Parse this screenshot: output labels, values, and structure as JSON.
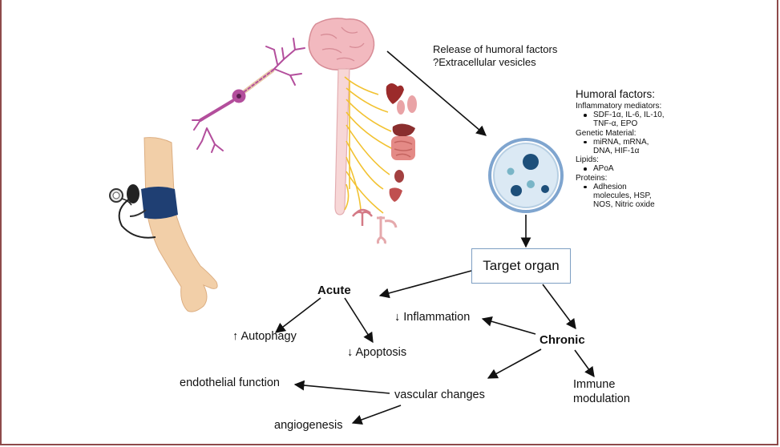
{
  "release": {
    "line1": "Release of humoral factors",
    "line2": "?Extracellular vesicles"
  },
  "humoral": {
    "title": "Humoral factors:",
    "groups": [
      {
        "heading": "Inflammatory mediators:",
        "items": [
          "SDF-1α, IL-6, IL-10,",
          "TNF-α, EPO"
        ]
      },
      {
        "heading": "Genetic Material:",
        "items": [
          "miRNA, mRNA,",
          "DNA, HIF-1α"
        ]
      },
      {
        "heading": "Lipids:",
        "items": [
          "APoA"
        ]
      },
      {
        "heading": "Proteins:",
        "items": [
          "Adhesion",
          "molecules, HSP,",
          "NOS, Nitric oxide"
        ]
      }
    ]
  },
  "nodes": {
    "target_organ": "Target organ",
    "acute": "Acute",
    "chronic": "Chronic",
    "autophagy": "↑ Autophagy",
    "apoptosis": "↓ Apoptosis",
    "inflammation": "↓ Inflammation",
    "endothelial": "endothelial function",
    "vascular": "vascular changes",
    "angiogenesis": "angiogenesis",
    "immune_line1": "Immune",
    "immune_line2": "modulation"
  },
  "colors": {
    "frame": "#8e4a4a",
    "box_border": "#7d9ec2",
    "nerve": "#f2c230",
    "brain": "#f2b9bf",
    "neuron": "#b34e9c",
    "skin": "#f2cfa8",
    "cuff": "#1f3f73",
    "vesicle_dark": "#1d4f7a",
    "vesicle_light": "#79b5c7",
    "ring": "#7fa5cf"
  },
  "icons": [
    "brain-icon",
    "neuron-icon",
    "arm-cuff-icon",
    "organs-icon",
    "vesicle-cell-icon"
  ]
}
